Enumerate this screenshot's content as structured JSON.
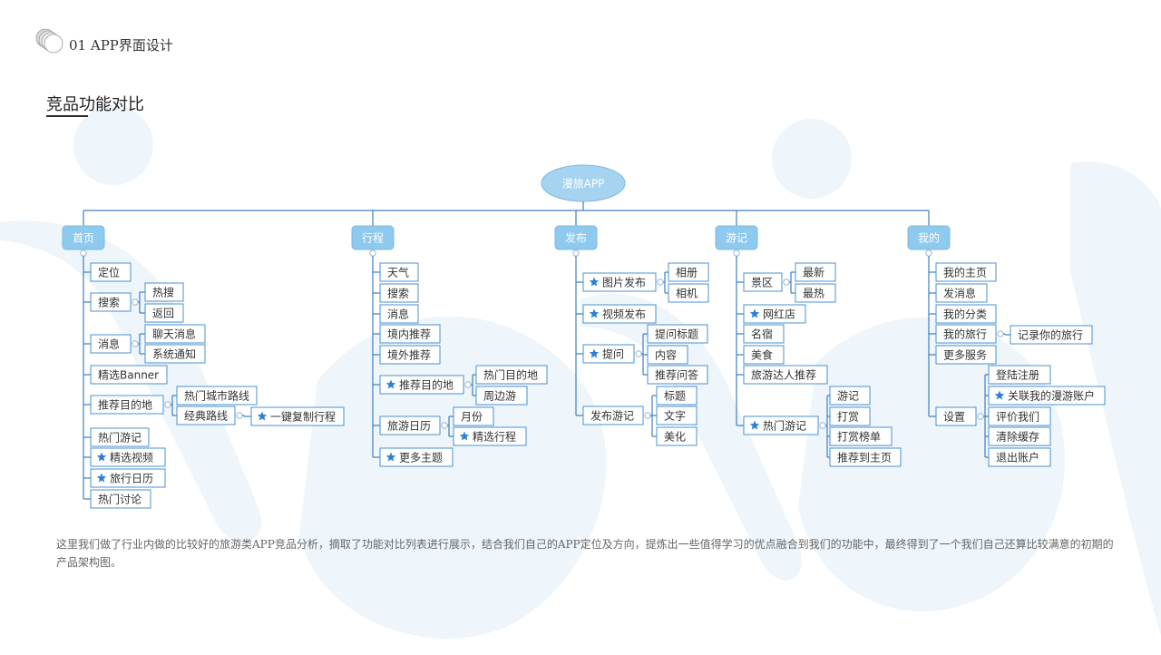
{
  "header": {
    "section_label": "01 APP界面设计",
    "logo_icon": "stacked-discs-logo"
  },
  "section_title": "竞品功能对比",
  "colors": {
    "root_fill": "#a6d4f0",
    "root_text": "#ffffff",
    "category_fill": "#8ec9ee",
    "line": "#3f7fbf",
    "node_border": "#4a90d0",
    "node_text": "#333333",
    "star": "#2e7fdb",
    "bg_shape": "#e9f3fb"
  },
  "mindmap": {
    "root": "漫旅APP",
    "categories": [
      {
        "label": "首页",
        "children": [
          {
            "label": "定位"
          },
          {
            "label": "搜索",
            "children": [
              {
                "label": "热搜"
              },
              {
                "label": "返回"
              }
            ]
          },
          {
            "label": "消息",
            "children": [
              {
                "label": "聊天消息"
              },
              {
                "label": "系统通知"
              }
            ]
          },
          {
            "label": "精选Banner"
          },
          {
            "label": "推荐目的地",
            "children": [
              {
                "label": "热门城市路线"
              },
              {
                "label": "经典路线",
                "children": [
                  {
                    "label": "一键复制行程",
                    "starred": true
                  }
                ]
              }
            ]
          },
          {
            "label": "热门游记"
          },
          {
            "label": "精选视频",
            "starred": true
          },
          {
            "label": "旅行日历",
            "starred": true
          },
          {
            "label": "热门讨论"
          }
        ]
      },
      {
        "label": "行程",
        "children": [
          {
            "label": "天气"
          },
          {
            "label": "搜索"
          },
          {
            "label": "消息"
          },
          {
            "label": "境内推荐"
          },
          {
            "label": "境外推荐"
          },
          {
            "label": "推荐目的地",
            "starred": true,
            "children": [
              {
                "label": "热门目的地"
              },
              {
                "label": "周边游"
              }
            ]
          },
          {
            "label": "旅游日历",
            "children": [
              {
                "label": "月份"
              },
              {
                "label": "精选行程",
                "starred": true
              }
            ]
          },
          {
            "label": "更多主题",
            "starred": true
          }
        ]
      },
      {
        "label": "发布",
        "children": [
          {
            "label": "图片发布",
            "starred": true,
            "children": [
              {
                "label": "相册"
              },
              {
                "label": "相机"
              }
            ]
          },
          {
            "label": "视频发布",
            "starred": true
          },
          {
            "label": "提问",
            "starred": true,
            "children": [
              {
                "label": "提问标题"
              },
              {
                "label": "内容"
              },
              {
                "label": "推荐问答"
              }
            ]
          },
          {
            "label": "发布游记",
            "children": [
              {
                "label": "标题"
              },
              {
                "label": "文字"
              },
              {
                "label": "美化"
              }
            ]
          }
        ]
      },
      {
        "label": "游记",
        "children": [
          {
            "label": "景区",
            "children": [
              {
                "label": "最新"
              },
              {
                "label": "最热"
              }
            ]
          },
          {
            "label": "网红店",
            "starred": true
          },
          {
            "label": "名宿"
          },
          {
            "label": "美食"
          },
          {
            "label": "旅游达人推荐"
          },
          {
            "label": "热门游记",
            "starred": true,
            "children": [
              {
                "label": "游记"
              },
              {
                "label": "打赏"
              },
              {
                "label": "打赏榜单"
              },
              {
                "label": "推荐到主页"
              }
            ]
          }
        ]
      },
      {
        "label": "我的",
        "children": [
          {
            "label": "我的主页"
          },
          {
            "label": "发消息"
          },
          {
            "label": "我的分类"
          },
          {
            "label": "我的旅行",
            "children": [
              {
                "label": "记录你的旅行"
              }
            ]
          },
          {
            "label": "更多服务"
          },
          {
            "label": "设置",
            "children": [
              {
                "label": "登陆注册"
              },
              {
                "label": "关联我的漫游账户",
                "starred": true
              },
              {
                "label": "评价我们"
              },
              {
                "label": "清除缓存"
              },
              {
                "label": "退出账户"
              }
            ]
          }
        ]
      }
    ]
  },
  "description": "这里我们做了行业内做的比较好的旅游类APP竞品分析，摘取了功能对比列表进行展示，结合我们自己的APP定位及方向，提炼出一些值得学习的优点融合到我们的功能中，最终得到了一个我们自己还算比较满意的初期的产品架构图。"
}
